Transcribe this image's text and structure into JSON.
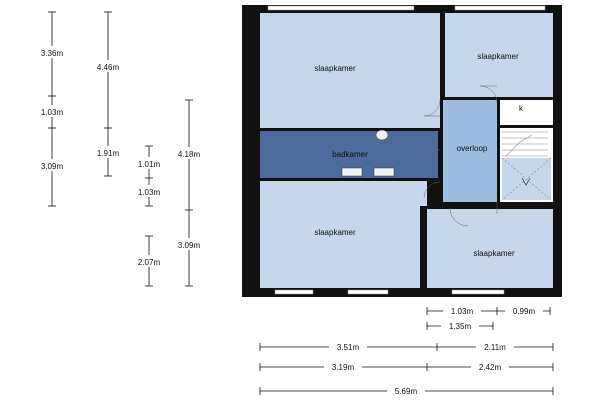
{
  "rooms": {
    "bedroom_top_left": "slaapkamer",
    "bedroom_top_right": "slaapkamer",
    "bathroom": "badkamer",
    "landing": "overloop",
    "closet": "k",
    "bedroom_bottom_left": "slaapkamer",
    "bedroom_bottom_right": "slaapkamer"
  },
  "dimensions": {
    "v_col1": [
      "3.36m",
      "1.03m",
      "3.09m"
    ],
    "v_col2": [
      "4.46m",
      "1.91m"
    ],
    "v_col3": [
      "1.01m",
      "1.03m",
      "2.07m"
    ],
    "v_col4": [
      "4.18m",
      "3.09m"
    ],
    "h_row1": [
      "1.03m",
      "0.99m"
    ],
    "h_row2": [
      "1.35m"
    ],
    "h_row3": [
      "3.51m",
      "2.11m"
    ],
    "h_row4": [
      "3.19m",
      "2.42m"
    ],
    "h_row5": [
      "5.69m"
    ]
  },
  "colors": {
    "room_fill": "#c6d7ec",
    "bathroom_fill": "#4c6a9a",
    "landing_fill": "#9dbde0",
    "wall": "#111111"
  }
}
